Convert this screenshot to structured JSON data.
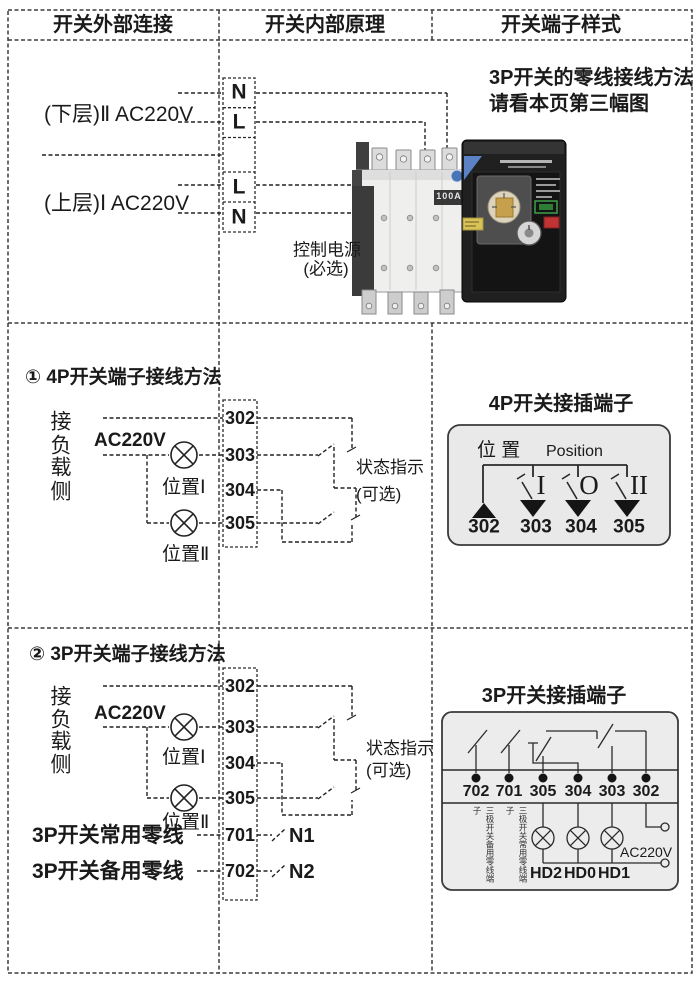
{
  "header": {
    "col1": "开关外部连接",
    "col2": "开关内部原理",
    "col3": "开关端子样式"
  },
  "top": {
    "supply_lower": "(下层)Ⅱ AC220V",
    "supply_upper": "(上层)Ⅰ AC220V",
    "strip": [
      "N",
      "L",
      "L",
      "N"
    ],
    "note_line1": "3P开关的零线接线方法",
    "note_line2": "请看本页第三幅图",
    "control_power": "控制电源",
    "control_power_sub": "(必选)",
    "product_rating": "100A"
  },
  "mid": {
    "title": "① 4P开关端子接线方法",
    "load_side": [
      "接",
      "负",
      "载",
      "侧"
    ],
    "ac": "AC220V",
    "pos1": "位置Ⅰ",
    "pos2": "位置Ⅱ",
    "terminals": [
      "302",
      "303",
      "304",
      "305"
    ],
    "status1": "状态指示",
    "status2": "(可选)",
    "panel_title": "4P开关接插端子",
    "panel_pos_cn": "位 置",
    "panel_pos_en": "Position",
    "panel_marks": [
      "I",
      "O",
      "II"
    ],
    "panel_terminals": [
      "302",
      "303",
      "304",
      "305"
    ]
  },
  "bottom": {
    "title": "② 3P开关端子接线方法",
    "load_side": [
      "接",
      "负",
      "载",
      "侧"
    ],
    "ac": "AC220V",
    "pos1": "位置Ⅰ",
    "pos2": "位置Ⅱ",
    "terminals": [
      "302",
      "303",
      "304",
      "305",
      "701",
      "702"
    ],
    "status1": "状态指示",
    "status2": "(可选)",
    "n1": "N1",
    "n2": "N2",
    "normal_neutral": "3P开关常用零线",
    "backup_neutral": "3P开关备用零线",
    "panel_title": "3P开关接插端子",
    "panel_terminals": [
      "702",
      "701",
      "305",
      "304",
      "303",
      "302"
    ],
    "panel_vert_702": "三极开关备用零线端子",
    "panel_vert_701": "三极开关常用零线端子",
    "panel_lamps": [
      "HD2",
      "HD0",
      "HD1"
    ],
    "panel_ac": "AC220V"
  },
  "colors": {
    "line": "#222222",
    "panel_fill": "#e9e9e9",
    "product_green": "#3f9f46",
    "product_red": "#c03434",
    "product_blue": "#5b82c4",
    "product_gold": "#c6a04c",
    "product_yellow": "#d9c356"
  }
}
